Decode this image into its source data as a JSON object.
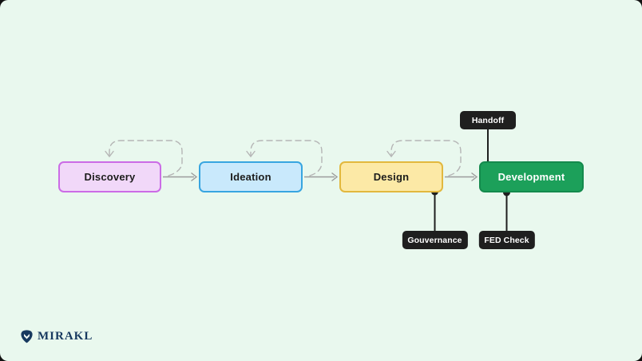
{
  "canvas": {
    "background": "#e9f8ee",
    "outer_background": "#111111"
  },
  "stages": [
    {
      "label": "Discovery",
      "fill": "#f1d8f9",
      "border": "#cb6ce6",
      "text_color": "#1c1c1c"
    },
    {
      "label": "Ideation",
      "fill": "#c9e9fc",
      "border": "#38a5e0",
      "text_color": "#1c1c1c"
    },
    {
      "label": "Design",
      "fill": "#fce9a6",
      "border": "#e2b83e",
      "text_color": "#1c1c1c"
    },
    {
      "label": "Development",
      "fill": "#1ca05a",
      "border": "#148a4d",
      "text_color": "#ffffff"
    }
  ],
  "annotations": [
    {
      "label": "Handoff",
      "attached_to": "Development",
      "side": "top"
    },
    {
      "label": "Gouvernance",
      "attached_to": "Design",
      "side": "bottom"
    },
    {
      "label": "FED Check",
      "attached_to": "Development",
      "side": "bottom"
    }
  ],
  "annotation_style": {
    "background": "#1f1f1f",
    "text_color": "#ffffff"
  },
  "connectors": {
    "solid_arrow_color": "#9b9b9b",
    "dashed_loop_color": "#b5b5b5",
    "annotation_line_color": "#1f1f1f"
  },
  "brand": {
    "name": "MIRAKL",
    "color": "#17395f",
    "icon": "mirakl-pin-icon"
  }
}
